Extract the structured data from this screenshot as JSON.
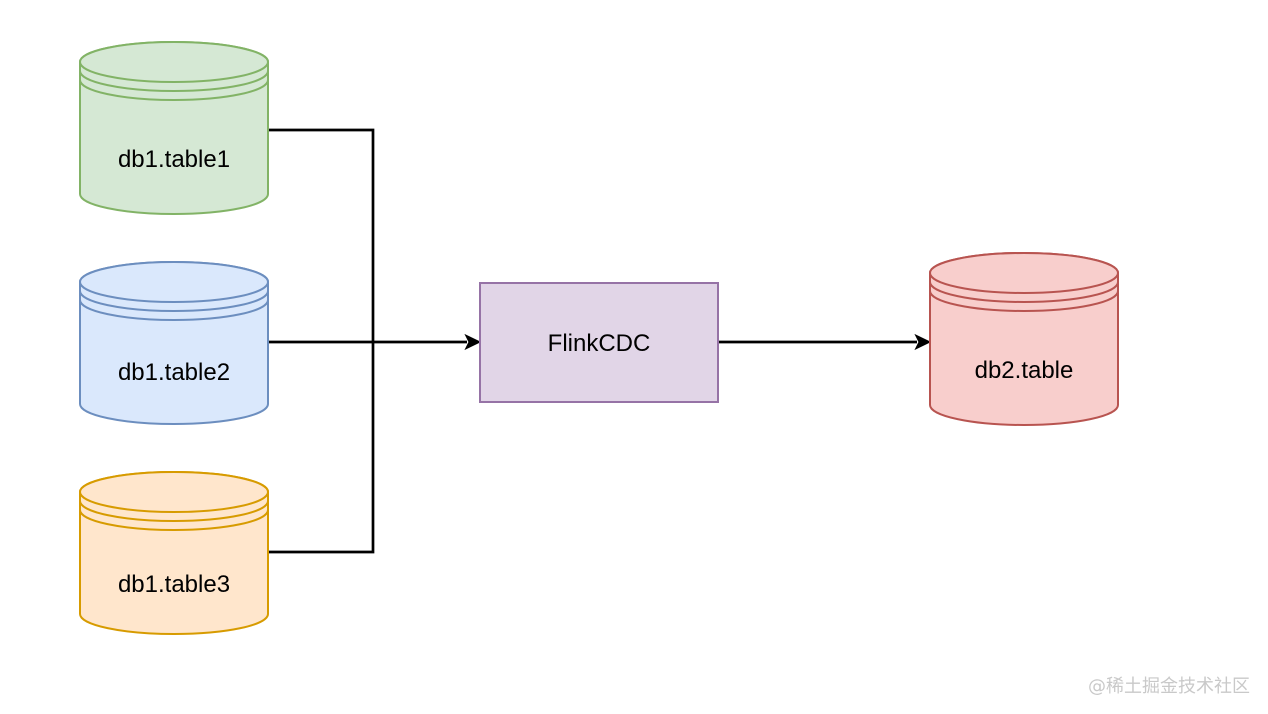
{
  "diagram": {
    "title": "FlinkCDC multi-table to single-table sync diagram",
    "background_color": "#ffffff",
    "connector_color": "#000000",
    "label_color": "#000000",
    "nodes": [
      {
        "id": "db1-table1",
        "shape": "database-cylinder",
        "label": "db1.table1",
        "fill_color": "#d5e8d4",
        "stroke_color": "#82b366"
      },
      {
        "id": "db1-table2",
        "shape": "database-cylinder",
        "label": "db1.table2",
        "fill_color": "#dae8fc",
        "stroke_color": "#6c8ebf"
      },
      {
        "id": "db1-table3",
        "shape": "database-cylinder",
        "label": "db1.table3",
        "fill_color": "#ffe6cc",
        "stroke_color": "#d79b00"
      },
      {
        "id": "flinkcdc",
        "shape": "rectangle",
        "label": "FlinkCDC",
        "fill_color": "#e1d5e7",
        "stroke_color": "#9673a6"
      },
      {
        "id": "db2-table",
        "shape": "database-cylinder",
        "label": "db2.table",
        "fill_color": "#f8cecc",
        "stroke_color": "#b85450"
      }
    ],
    "edges": [
      {
        "from": "db1.table1",
        "to": "FlinkCDC",
        "via": "merge-junction",
        "arrowhead": true
      },
      {
        "from": "db1.table2",
        "to": "FlinkCDC",
        "via": "",
        "arrowhead": true
      },
      {
        "from": "db1.table3",
        "to": "FlinkCDC",
        "via": "merge-junction",
        "arrowhead": true
      },
      {
        "from": "FlinkCDC",
        "to": "db2.table",
        "via": "",
        "arrowhead": true
      }
    ]
  },
  "watermark": {
    "text": "@稀土掘金技术社区",
    "color": "#c9c9c9"
  }
}
